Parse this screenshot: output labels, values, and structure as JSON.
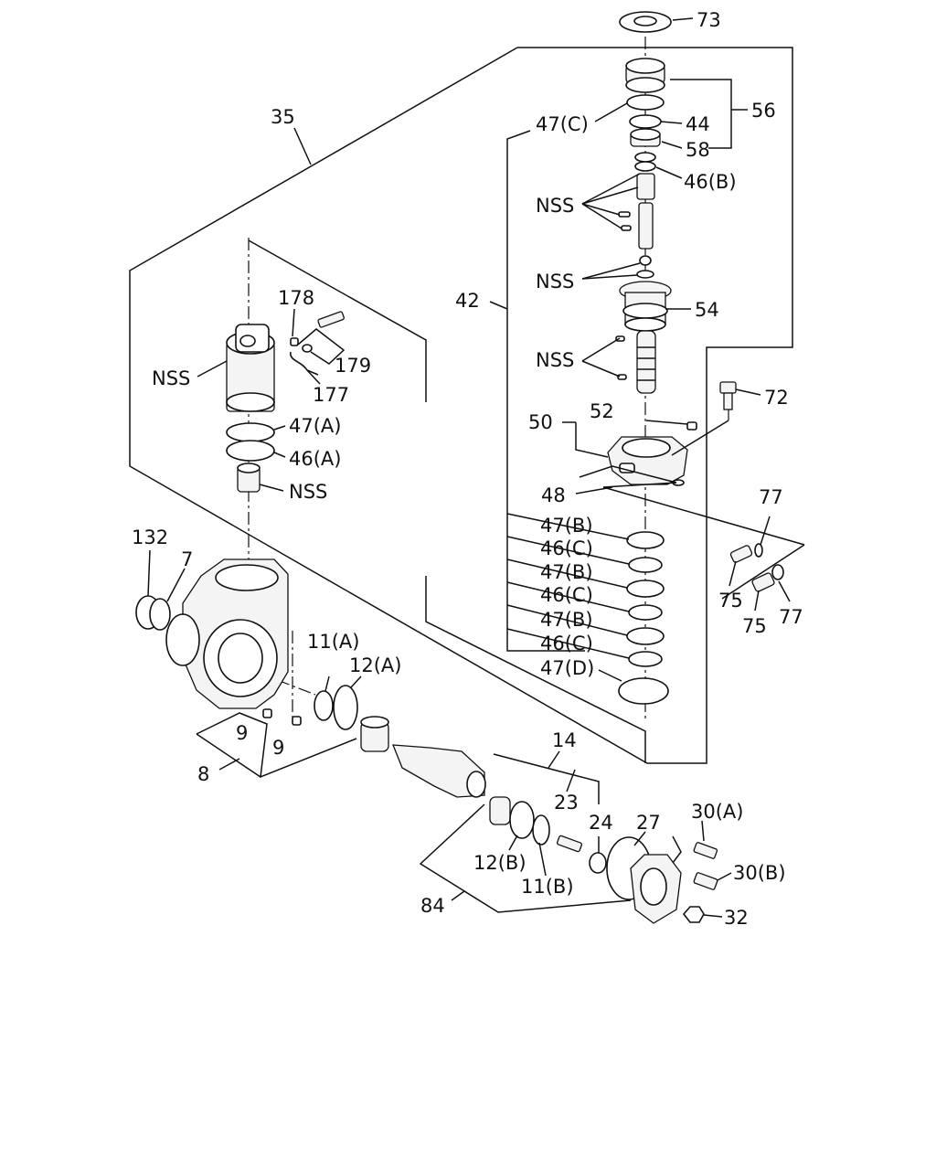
{
  "diagram": {
    "labels": [
      {
        "id": "73",
        "text": "73"
      },
      {
        "id": "56",
        "text": "56"
      },
      {
        "id": "44",
        "text": "44"
      },
      {
        "id": "47c-top",
        "text": "47(C)"
      },
      {
        "id": "58",
        "text": "58"
      },
      {
        "id": "46b",
        "text": "46(B)"
      },
      {
        "id": "nss-1",
        "text": "NSS"
      },
      {
        "id": "nss-2",
        "text": "NSS"
      },
      {
        "id": "54",
        "text": "54"
      },
      {
        "id": "nss-3",
        "text": "NSS"
      },
      {
        "id": "42",
        "text": "42"
      },
      {
        "id": "35",
        "text": "35"
      },
      {
        "id": "178",
        "text": "178"
      },
      {
        "id": "179",
        "text": "179"
      },
      {
        "id": "177",
        "text": "177"
      },
      {
        "id": "nss-left",
        "text": "NSS"
      },
      {
        "id": "47a",
        "text": "47(A)"
      },
      {
        "id": "46a",
        "text": "46(A)"
      },
      {
        "id": "nss-valve",
        "text": "NSS"
      },
      {
        "id": "72",
        "text": "72"
      },
      {
        "id": "52",
        "text": "52"
      },
      {
        "id": "50",
        "text": "50"
      },
      {
        "id": "48",
        "text": "48"
      },
      {
        "id": "77-top",
        "text": "77"
      },
      {
        "id": "47b-1",
        "text": "47(B)"
      },
      {
        "id": "46c-1",
        "text": "46(C)"
      },
      {
        "id": "47b-2",
        "text": "47(B)"
      },
      {
        "id": "46c-2",
        "text": "46(C)"
      },
      {
        "id": "47b-3",
        "text": "47(B)"
      },
      {
        "id": "46c-3",
        "text": "46(C)"
      },
      {
        "id": "47d",
        "text": "47(D)"
      },
      {
        "id": "75-a",
        "text": "75"
      },
      {
        "id": "75-b",
        "text": "75"
      },
      {
        "id": "77-bot",
        "text": "77"
      },
      {
        "id": "132",
        "text": "132"
      },
      {
        "id": "7",
        "text": "7"
      },
      {
        "id": "11a",
        "text": "11(A)"
      },
      {
        "id": "12a",
        "text": "12(A)"
      },
      {
        "id": "9-a",
        "text": "9"
      },
      {
        "id": "9-b",
        "text": "9"
      },
      {
        "id": "8",
        "text": "8"
      },
      {
        "id": "14",
        "text": "14"
      },
      {
        "id": "23",
        "text": "23"
      },
      {
        "id": "24",
        "text": "24"
      },
      {
        "id": "27",
        "text": "27"
      },
      {
        "id": "30a",
        "text": "30(A)"
      },
      {
        "id": "30b",
        "text": "30(B)"
      },
      {
        "id": "32",
        "text": "32"
      },
      {
        "id": "12b",
        "text": "12(B)"
      },
      {
        "id": "11b",
        "text": "11(B)"
      },
      {
        "id": "84",
        "text": "84"
      }
    ]
  }
}
